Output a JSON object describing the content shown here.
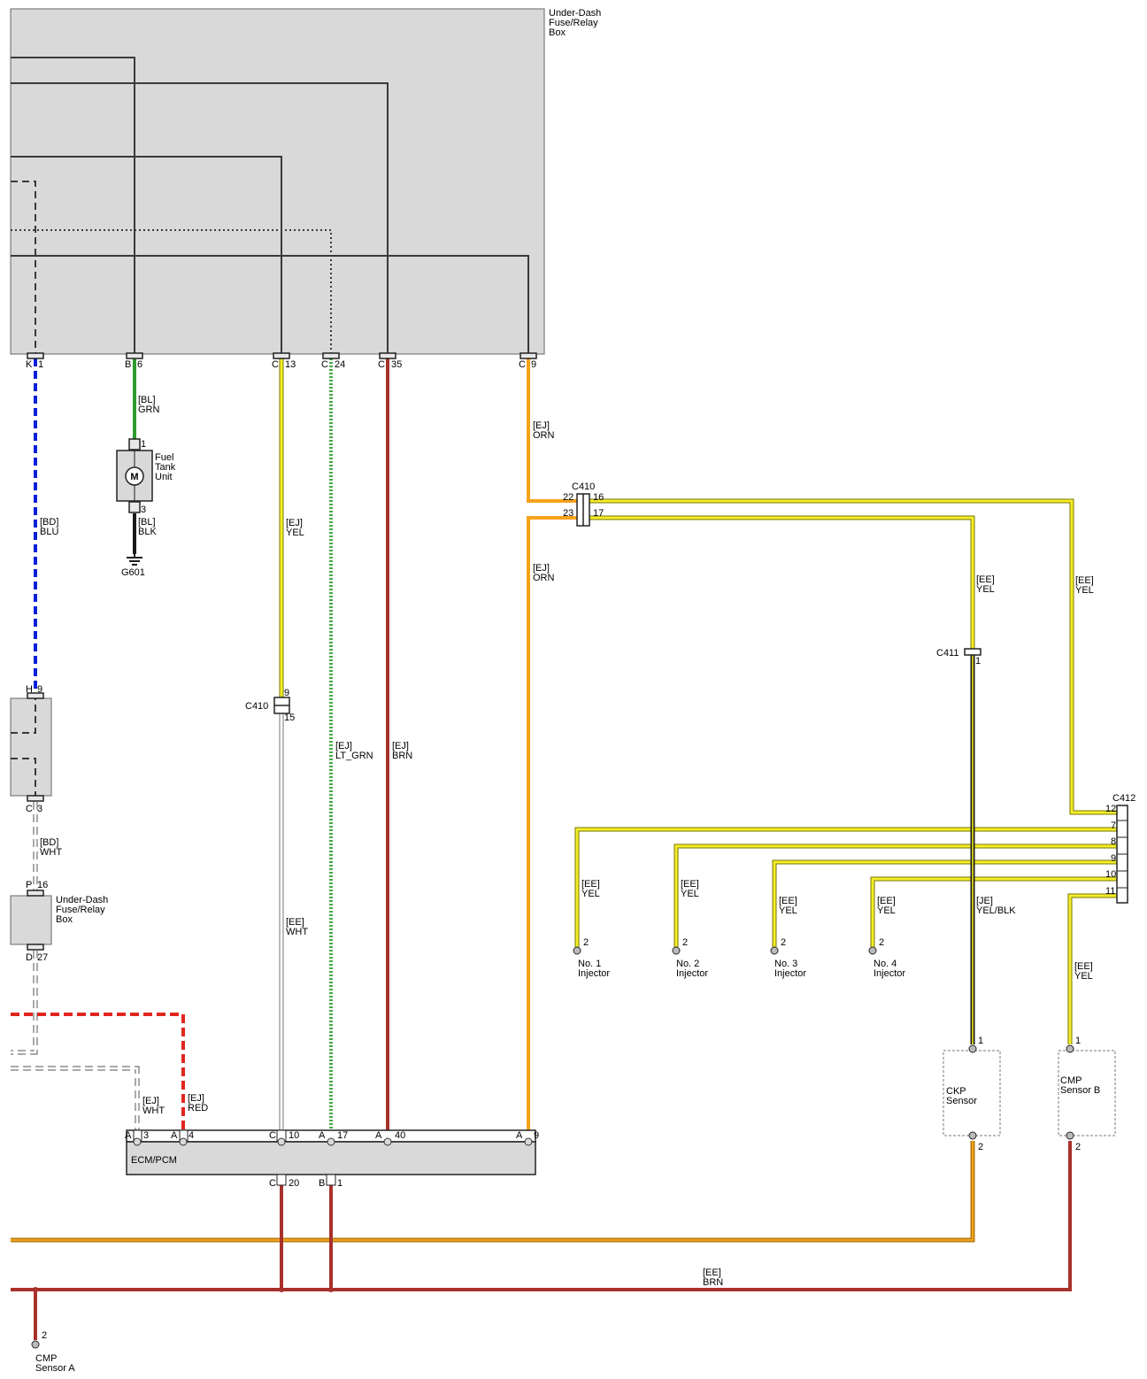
{
  "colors": {
    "BLU": "#0a1fd8",
    "GRN": "#2e9a2e",
    "BLK": "#1a1a1a",
    "YEL": "#f4ee2a",
    "LT_GRN": "#46a846",
    "BRN": "#a8312b",
    "ORN": "#f7a21b",
    "RED": "#e0261f",
    "WHT": "#ffffff"
  },
  "components": {
    "fuse_box_top": [
      "Under-Dash",
      "Fuse/Relay",
      "Box"
    ],
    "fuse_box_small": [
      "Under-Dash",
      "Fuse/Relay",
      "Box"
    ],
    "fuel_tank_unit": [
      "Fuel",
      "Tank",
      "Unit"
    ],
    "ground": "G601",
    "ecm": "ECM/PCM",
    "injector_1": [
      "No. 1",
      "Injector"
    ],
    "injector_2": [
      "No. 2",
      "Injector"
    ],
    "injector_3": [
      "No. 3",
      "Injector"
    ],
    "injector_4": [
      "No. 4",
      "Injector"
    ],
    "ckp_sensor": [
      "CKP",
      "Sensor"
    ],
    "cmp_sensor_b": [
      "CMP",
      "Sensor B"
    ],
    "cmp_sensor_a": [
      "CMP",
      "Sensor A"
    ]
  },
  "connectors": {
    "c410": "C410",
    "c411": "C411",
    "c412": "C412"
  },
  "wires": {
    "k1": [
      "[BD]",
      "BLU"
    ],
    "b6_top": [
      "[BL]",
      "GRN"
    ],
    "b6_bottom": [
      "[BL]",
      "BLK"
    ],
    "c13": [
      "[EJ]",
      "YEL"
    ],
    "c15": [
      "[EE]",
      "WHT"
    ],
    "c24": [
      "[EJ]",
      "LT_GRN"
    ],
    "c35": [
      "[EJ]",
      "BRN"
    ],
    "c9_top": [
      "[EJ]",
      "ORN"
    ],
    "c9_bottom": [
      "[EJ]",
      "ORN"
    ],
    "c3": [
      "[BD]",
      "WHT"
    ],
    "a3": [
      "[EJ]",
      "WHT"
    ],
    "a4": [
      "[EJ]",
      "RED"
    ],
    "c411_up": [
      "[EE]",
      "YEL"
    ],
    "c412_up": [
      "[EE]",
      "YEL"
    ],
    "inj1": [
      "[EE]",
      "YEL"
    ],
    "inj2": [
      "[EE]",
      "YEL"
    ],
    "inj3": [
      "[EE]",
      "YEL"
    ],
    "inj4": [
      "[EE]",
      "YEL"
    ],
    "ckp": [
      "[JE]",
      "YEL/BLK"
    ],
    "cmpb": [
      "[EE]",
      "YEL"
    ],
    "ground_bus": [
      "[EE]",
      "BRN"
    ]
  },
  "pins": {
    "k1": [
      "K",
      "1"
    ],
    "b6": [
      "B",
      "6"
    ],
    "c13": [
      "C",
      "13"
    ],
    "c24": [
      "C",
      "24"
    ],
    "c35": [
      "C",
      "35"
    ],
    "c9": [
      "C",
      "9"
    ],
    "fuel_1": "1",
    "fuel_3": "3",
    "h9": [
      "H",
      "9"
    ],
    "c3": [
      "C",
      "3"
    ],
    "p16": [
      "P",
      "16"
    ],
    "d27": [
      "D",
      "27"
    ],
    "c410_22": "22",
    "c410_23": "23",
    "c410_16": "16",
    "c410_17": "17",
    "c410b_9": "9",
    "c410b_15": "15",
    "c411_1": "1",
    "c412_12": "12",
    "c412_7": "7",
    "c412_8": "8",
    "c412_9": "9",
    "c412_10": "10",
    "c412_11": "11",
    "inj_2": "2",
    "ecm_a3": [
      "A",
      "3"
    ],
    "ecm_a4": [
      "A",
      "4"
    ],
    "ecm_c10": [
      "C",
      "10"
    ],
    "ecm_a17": [
      "A",
      "17"
    ],
    "ecm_a40": [
      "A",
      "40"
    ],
    "ecm_a9": [
      "A",
      "9"
    ],
    "ecm_c20": [
      "C",
      "20"
    ],
    "ecm_b1": [
      "B",
      "1"
    ],
    "ckp_1": "1",
    "ckp_2": "2",
    "cmpb_1": "1",
    "cmpb_2": "2",
    "cmpa_2": "2"
  }
}
